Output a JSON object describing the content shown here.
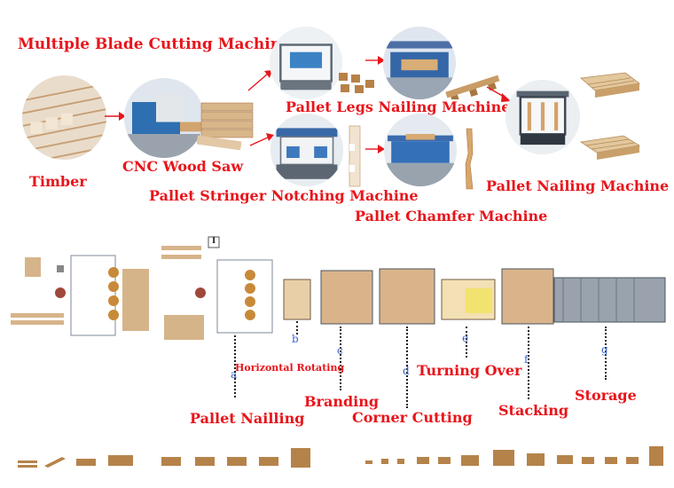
{
  "top_flow": {
    "multiple_blade": "Multiple Blade Cutting Machine",
    "timber": "Timber",
    "cnc_saw": "CNC Wood Saw",
    "legs_nailing": "Pallet Legs Nailing Machine",
    "stringer_notching": "Pallet Stringer Notching Machine",
    "chamfer": "Pallet Chamfer Machine",
    "pallet_nailing": "Pallet Nailing Machine"
  },
  "line_steps": [
    {
      "letter": "a",
      "label": "Pallet Nailling"
    },
    {
      "letter": "b",
      "label": "Horizontal Rotating"
    },
    {
      "letter": "c",
      "label": "Branding"
    },
    {
      "letter": "d",
      "label": "Corner Cutting"
    },
    {
      "letter": "e",
      "label": "Turning Over"
    },
    {
      "letter": "f",
      "label": "Stacking"
    },
    {
      "letter": "g",
      "label": "Storage"
    }
  ],
  "line_tag": "I",
  "colors": {
    "label_red": "#e8151b",
    "letter_blue": "#3a63c9",
    "wood": "#c8915a",
    "machine": "#7d8897"
  }
}
